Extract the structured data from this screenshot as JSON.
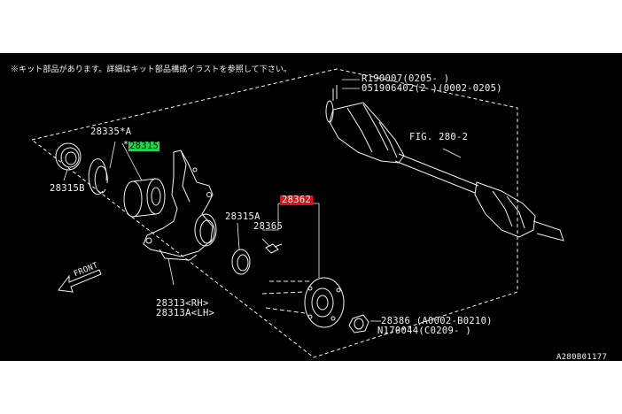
{
  "note": "※キット部品があります。詳細はキット部品構成イラストを参照して下さい。",
  "labels": {
    "p28335": "28335*A",
    "p28315_kit": "28315",
    "p28315b": "28315B",
    "p28315a": "28315A",
    "p28362": "28362",
    "p28365": "28365",
    "p28313_rh": "28313<RH>",
    "p28313a_lh": "28313A<LH>",
    "p28386": "28386 (A0002-B0210)",
    "n170044": "N170044(C0209-   )",
    "r190007": "R190007(0205-     )",
    "p051906402": "051906402(2 )(0002-0205)",
    "fig": "FIG. 280-2",
    "front": "FRONT",
    "code": "A280B01177"
  },
  "colors": {
    "panel_bg": "#000000",
    "line": "#f4f4f4",
    "highlight_green": "#1fd34a",
    "highlight_red": "#e01010"
  },
  "icons": [
    "front-arrow-icon"
  ]
}
